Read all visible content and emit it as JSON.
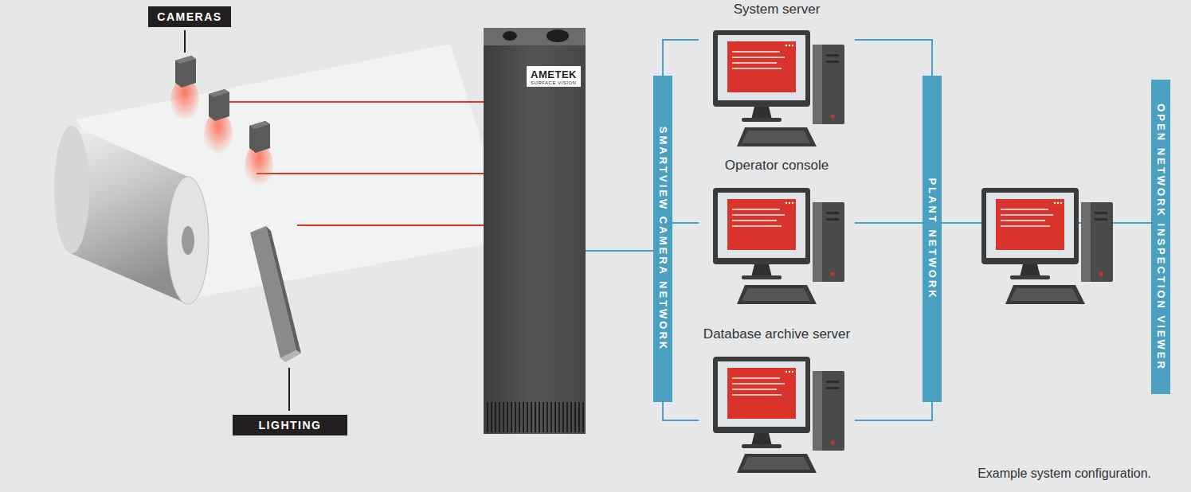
{
  "diagram": {
    "caption": "Example system configuration.",
    "nodes": [
      {
        "text": [
          "CAMERAS"
        ]
      },
      {
        "text": [
          "AMETEK",
          "SURFACE VISION"
        ]
      },
      {
        "text": [
          "SMARTVIEW CAMERA NETWORK"
        ]
      },
      {
        "text": [
          "System server"
        ]
      },
      {
        "text": [
          "Operator console"
        ]
      },
      {
        "text": [
          "Database archive server"
        ]
      },
      {
        "text": [
          "PLANT NETWORK"
        ]
      },
      {
        "text": [
          "OPEN NETWORK INSPECTION VIEWER"
        ]
      },
      {
        "text": [
          "LIGHTING"
        ]
      }
    ],
    "edges": [
      {
        "from": 1,
        "to": 2,
        "arrow": "none"
      },
      {
        "from": 2,
        "to": 3,
        "arrow": "none"
      },
      {
        "from": 2,
        "to": 4,
        "arrow": "none"
      },
      {
        "from": 2,
        "to": 5,
        "arrow": "none"
      },
      {
        "from": 3,
        "to": 6,
        "arrow": "none"
      },
      {
        "from": 4,
        "to": 6,
        "arrow": "none"
      },
      {
        "from": 5,
        "to": 6,
        "arrow": "none"
      },
      {
        "from": 6,
        "to": 7,
        "arrow": "none"
      }
    ]
  }
}
